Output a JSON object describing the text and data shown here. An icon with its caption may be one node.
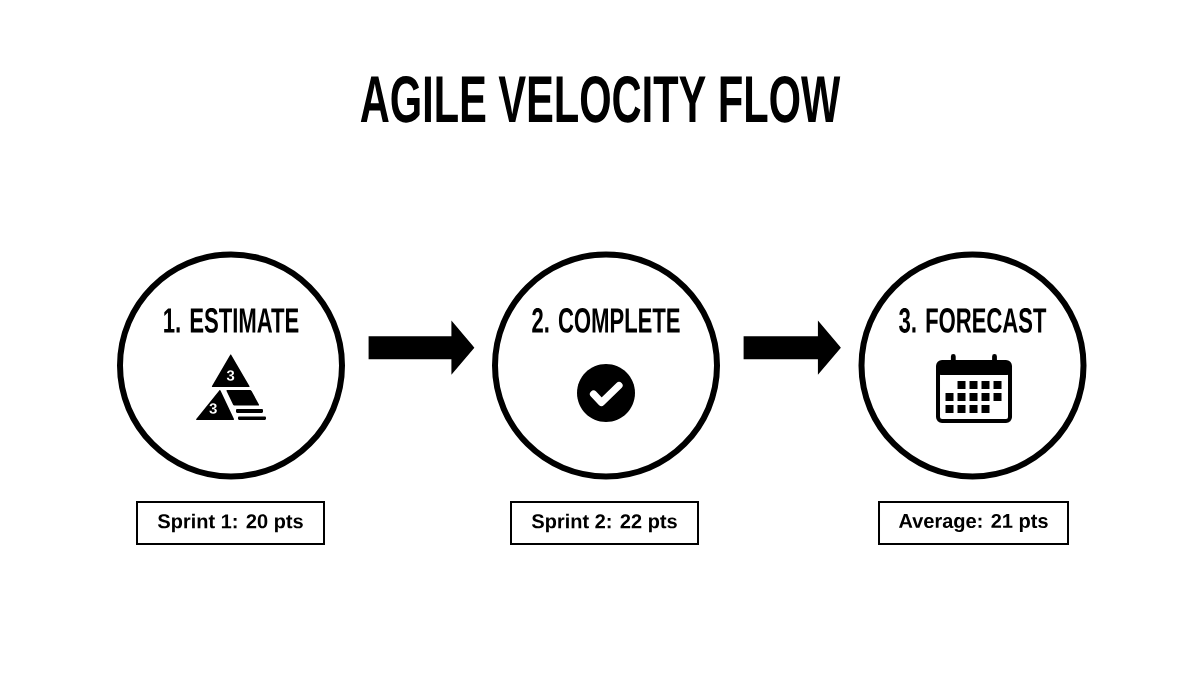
{
  "diagram": {
    "title": "AGILE VELOCITY FLOW",
    "nodes": [
      {
        "text": [
          "1. ESTIMATE"
        ]
      },
      {
        "text": [
          "2. COMPLETE"
        ]
      },
      {
        "text": [
          "3. FORECAST"
        ]
      },
      {
        "text": [
          "Sprint 1: 20 pts"
        ]
      },
      {
        "text": [
          "Sprint 2: 22 pts"
        ]
      },
      {
        "text": [
          "Average: 21 pts"
        ]
      }
    ],
    "edges": [
      {
        "from": 0,
        "to": 1,
        "arrow": "to"
      },
      {
        "from": 1,
        "to": 2,
        "arrow": "to"
      }
    ],
    "labels": [
      "3",
      "3"
    ]
  }
}
